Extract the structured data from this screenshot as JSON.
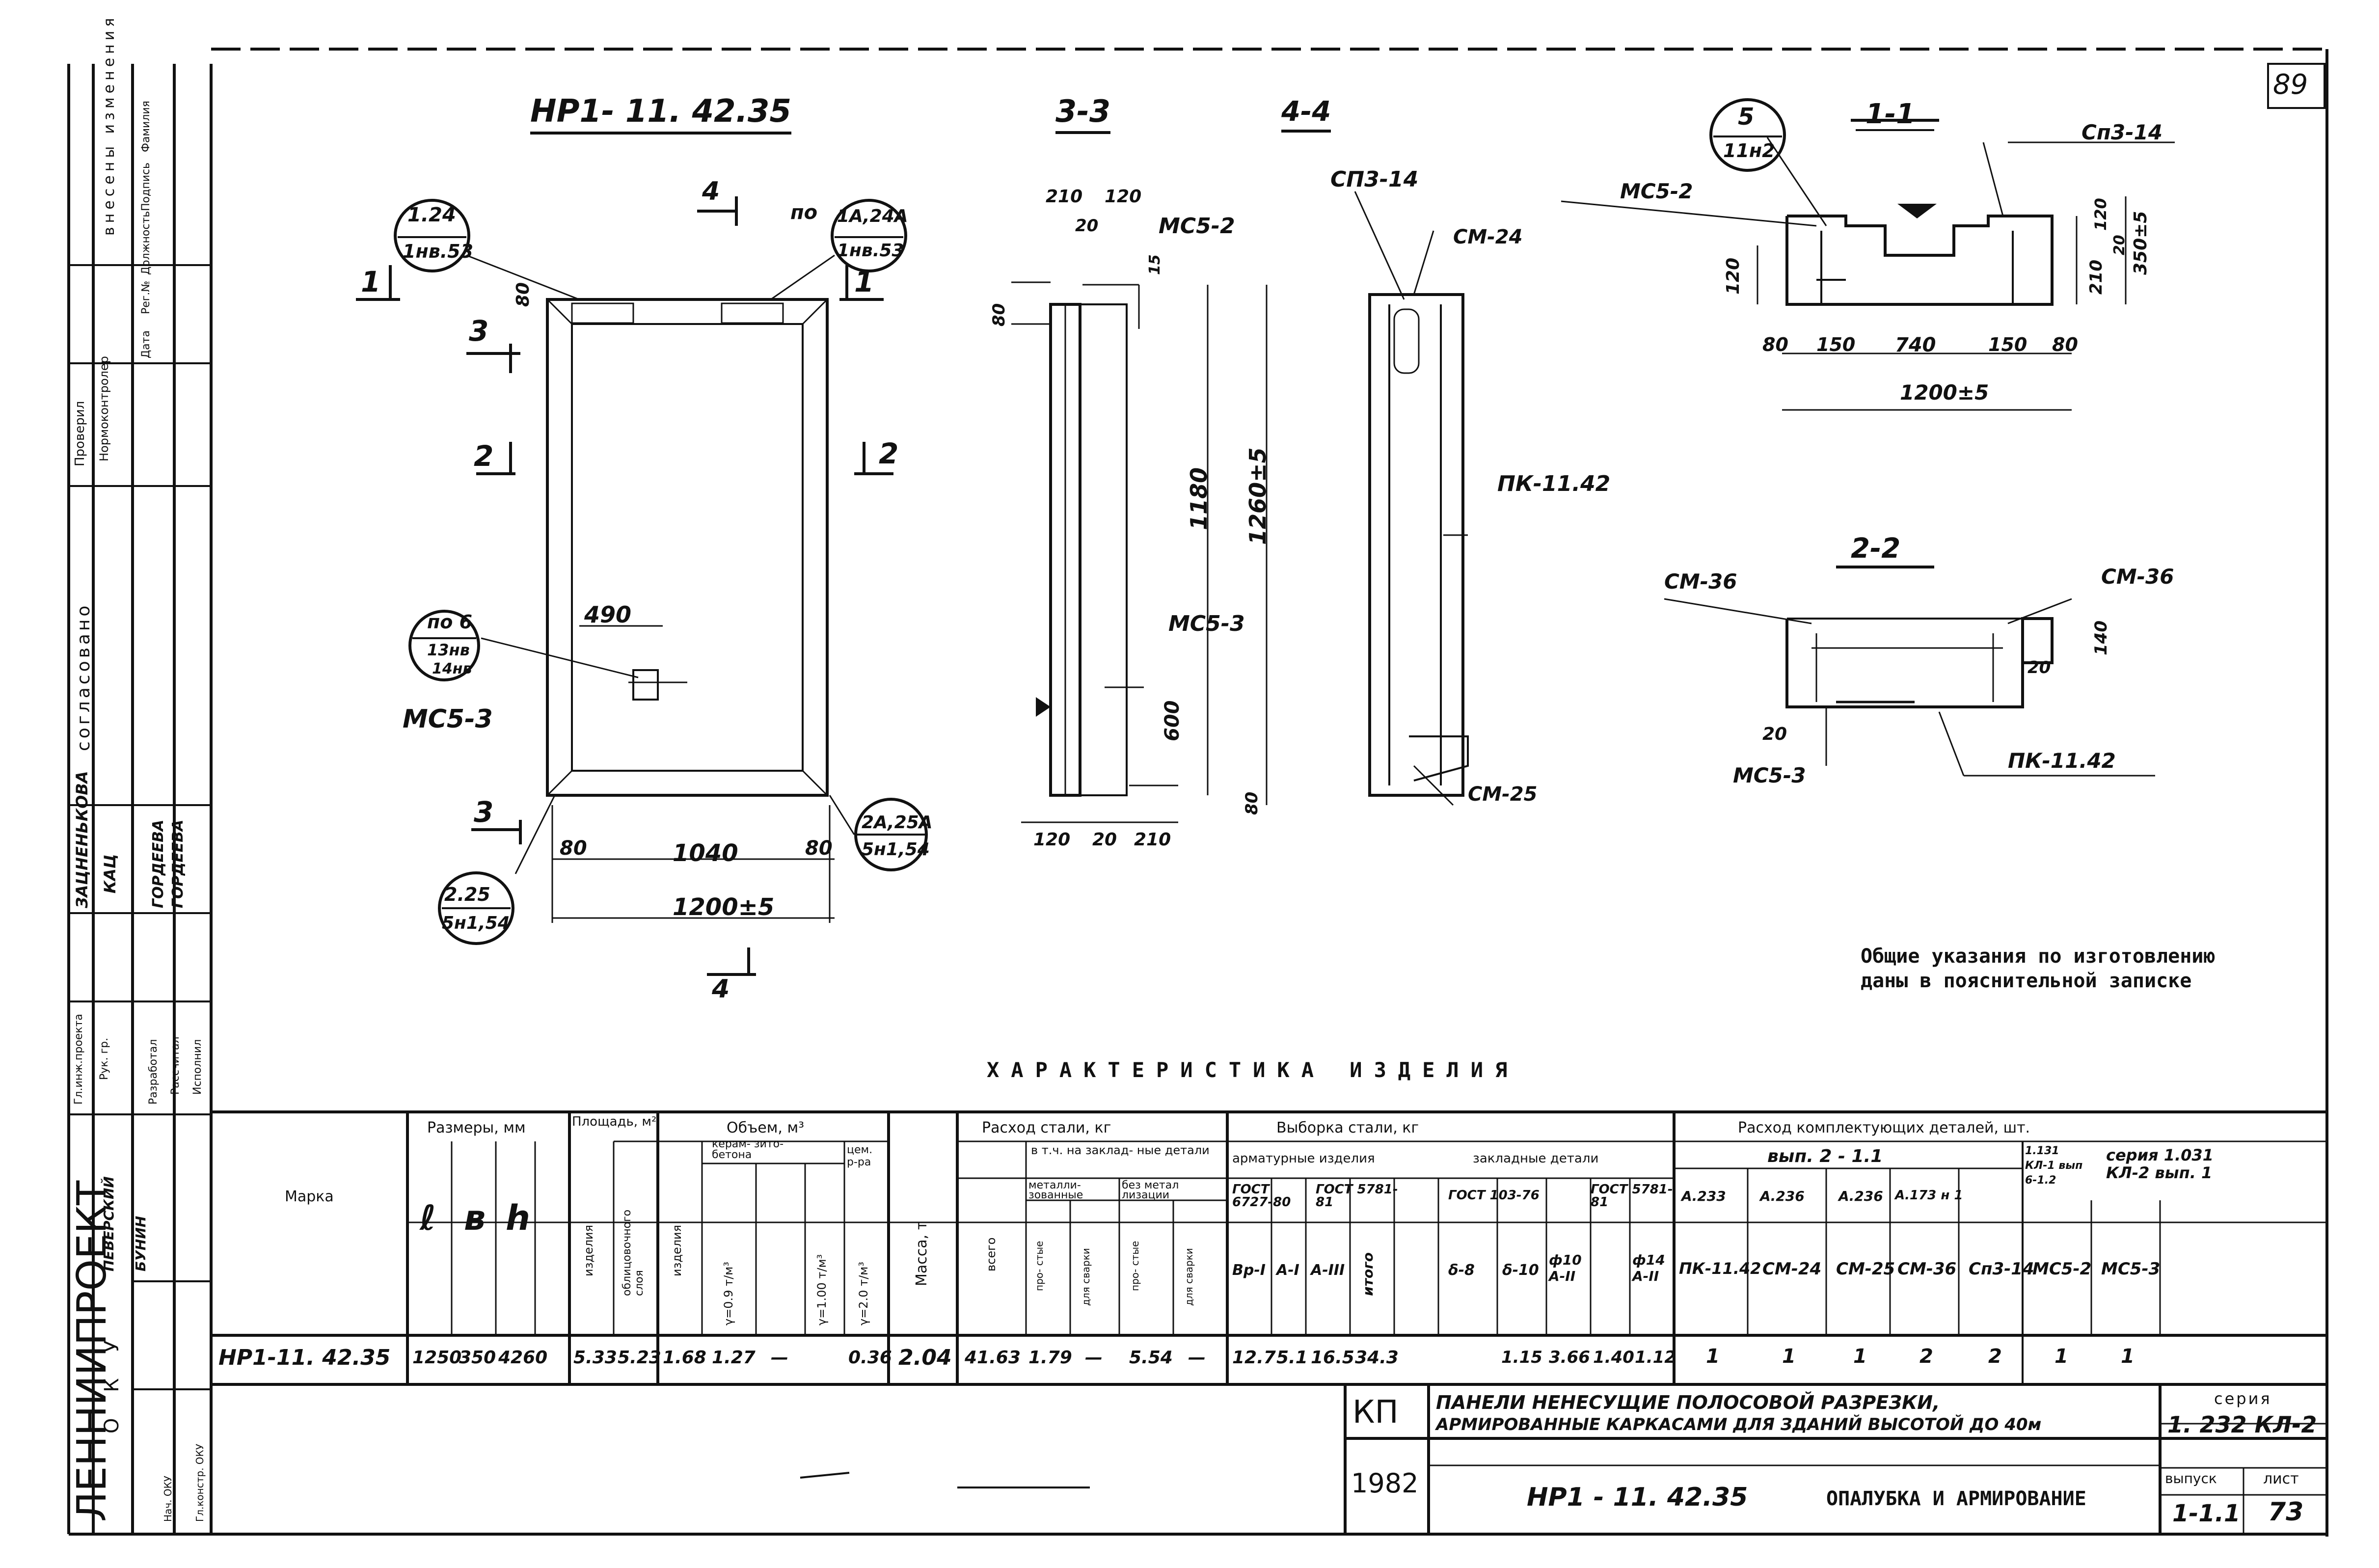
{
  "sheet_number_corner": "89",
  "drawing": {
    "main_title": "НР1- 11. 42.35",
    "main_callouts": {
      "top_left_num": "1.24",
      "top_left_den": "1нв.53",
      "top_right_prefix": "по",
      "top_right_num": "1А,24А",
      "top_right_den": "1нв.53",
      "mid_num": "по 6",
      "mid_den1": "13нв",
      "mid_den2": "14нв",
      "bot_right_num": "2А,25А",
      "bot_right_den": "5н1,54",
      "bot_left_num": "2.25",
      "bot_left_den": "5н1,54"
    },
    "main_dims": {
      "d490": "490",
      "d80a": "80",
      "d1040": "1040",
      "d80b": "80",
      "d1200": "1200±5",
      "d80top": "80"
    },
    "main_section_marks": {
      "s1": "1",
      "s1r": "1",
      "s2": "2",
      "s2r": "2",
      "s3": "3",
      "s3b": "3",
      "s4": "4",
      "s4b": "4"
    },
    "main_labels": {
      "mc53": "МС5-3"
    },
    "sec33": {
      "title": "3-3",
      "label_mc52": "МС5-2",
      "label_mc53": "МС5-3",
      "dims": {
        "d210": "210",
        "d120": "120",
        "d20": "20",
        "d80": "80",
        "d15": "15",
        "d1180": "1180",
        "d1260": "1260±5",
        "d600": "600",
        "d80b": "80",
        "b120": "120",
        "b20": "20",
        "b210": "210"
      }
    },
    "sec44": {
      "title": "4-4",
      "labels": {
        "sp314": "СП3-14",
        "sm24": "СМ-24",
        "pk1142": "ПК-11.42",
        "sm25": "СМ-25"
      }
    },
    "sec11": {
      "title": "1-1",
      "callout_num": "5",
      "callout_den": "11н2",
      "labels": {
        "sp314": "Сп3-14",
        "mc52": "МС5-2"
      },
      "dims": {
        "d120l": "120",
        "d80": "80",
        "d150": "150",
        "d740": "740",
        "d150b": "150",
        "d80b": "80",
        "d1200": "1200±5",
        "d120": "120",
        "d20": "20",
        "d210": "210",
        "d350": "350±5"
      }
    },
    "sec22": {
      "title": "2-2",
      "labels": {
        "sm36l": "СМ-36",
        "sm36r": "СМ-36",
        "mc53": "МС5-3",
        "pk1142": "ПК-11.42"
      },
      "dims": {
        "d140": "140",
        "d20r": "20",
        "d20l": "20"
      }
    },
    "general_note_line1": "Общие указания по изготовлению",
    "general_note_line2": "даны в пояснительной записке"
  },
  "left_strip": {
    "block_changes_title": "внесены изменения",
    "changes_cols": [
      "Дата",
      "Рег.№",
      "Должность",
      "Подпись",
      "Фамилия"
    ],
    "role_checked": "Проверил",
    "role_normcontrol": "Нормоконтролер",
    "approved_title": "согласовано",
    "roles": [
      "Гл.инж.проекта",
      "Рук. гр.",
      "Разработал",
      "Рассчитал",
      "Исполнил"
    ],
    "names": [
      "ЗАЦНЕНЬКОВА",
      "КАЦ",
      "ГОРДЕЕВА",
      "ГОРДЕЕВА"
    ],
    "name_peverskiy": "ПЕВЕРСКИЙ",
    "name_bunin": "БУНИН",
    "org_name": "ЛЕННИИПРОЕКТ",
    "org_dept": "О К У",
    "bottom_roles": [
      "Нач. ОКУ",
      "Гл.констр. ОКУ"
    ]
  },
  "table": {
    "title": "ХАРАКТЕРИСТИКА  ИЗДЕЛИЯ",
    "h_marka": "Марка",
    "h_sizes": "Размеры, мм",
    "h_l": "ℓ",
    "h_b": "в",
    "h_h": "h",
    "h_area": "Площадь, м²",
    "h_area_item": "изделия",
    "h_area_facing": "облицовочного слоя",
    "h_volume": "Объем, м³",
    "h_vol_item": "изделия",
    "h_vol_ceramic": "керам- зито- бетона",
    "h_vol_cement": "цем. р-ра",
    "h_vol_50": "γ=0.9 т/м³",
    "h_vol_75": "γ=1.00 т/м³",
    "h_vol_cem_g": "γ=2.0 т/м³",
    "h_mass": "Масса, т",
    "h_steel": "Расход стали, кг",
    "h_steel_total": "всего",
    "h_steel_incl": "в т.ч. на заклад- ные детали",
    "h_steel_metal": "металли- зованные",
    "h_steel_nonmetal": "без метал лизации",
    "h_simple1": "про- стые",
    "h_for_concrete1": "для сварки",
    "h_simple2": "про- стые",
    "h_for_concrete2": "для сварки",
    "h_sample": "Выборка стали, кг",
    "h_rebar": "арматурные изделия",
    "h_embed": "закладные детали",
    "h_gost1": "ГОСТ 6727-80",
    "h_gost2": "ГОСТ 5781-81",
    "h_gost3": "ГОСТ 103-76",
    "h_gost4": "ГОСТ 5781-81",
    "h_vr1": "Вр-I",
    "h_a1": "А-I",
    "h_a3": "А-III",
    "h_itogo": "итого",
    "h_s8": "δ-8",
    "h_s10": "δ-10",
    "h_f10": "ф10 А-II",
    "h_f14": "ф14 А-II",
    "h_parts": "Расход комплектующих деталей,  шт.",
    "h_vyp": "вып.  2 - 1.1",
    "h_ser131": "1.131 КЛ-1 вып 6-1.2",
    "h_ser": "серия 1.031 КЛ-2 вып. 1",
    "h_a233": "А.233",
    "h_a236": "А.236",
    "h_a236b": "А.236",
    "h_a173": "А.173 н 1",
    "parts_cols": [
      "ПК-11.42",
      "СМ-24",
      "СМ-25",
      "СМ-36",
      "Сп3-14",
      "МС5-2",
      "МС5-3"
    ],
    "row": {
      "marka": "НР1-11. 42.35",
      "l": "1250",
      "b": "350",
      "h": "4260",
      "area_item": "5.33",
      "area_facing": "5.23",
      "vol_item": "1.68",
      "vol_50": "1.27",
      "vol_75": "—",
      "vol_cem": "0.36",
      "mass": "2.04",
      "steel_total": "41.63",
      "metal_simple": "1.79",
      "metal_conc": "—",
      "nonmetal_simple": "5.54",
      "nonmetal_conc": "—",
      "vr1": "12.7",
      "a1": "5.1",
      "a3": "16.5",
      "itogo": "34.3",
      "s8": "1.15",
      "s10": "3.66",
      "f10": "1.40",
      "f14": "1.12",
      "parts": [
        "1",
        "1",
        "1",
        "2",
        "2",
        "1",
        "1"
      ]
    }
  },
  "title_block": {
    "kp": "КП",
    "year": "1982",
    "desc_line1": "ПАНЕЛИ  НЕНЕСУЩИЕ  ПОЛОСОВОЙ  РАЗРЕЗКИ,",
    "desc_line2": "АРМИРОВАННЫЕ КАРКАСАМИ ДЛЯ ЗДАНИЙ ВЫСОТОЙ ДО 40м",
    "seria_label": "серия",
    "seria_value": "1. 232 КЛ-2",
    "drawing_code": "НР1 - 11. 42.35",
    "drawing_name": "ОПАЛУБКА И АРМИРОВАНИЕ",
    "vypusk_label": "выпуск",
    "vypusk_value": "1-1.1",
    "list_label": "лист",
    "list_value": "73"
  }
}
